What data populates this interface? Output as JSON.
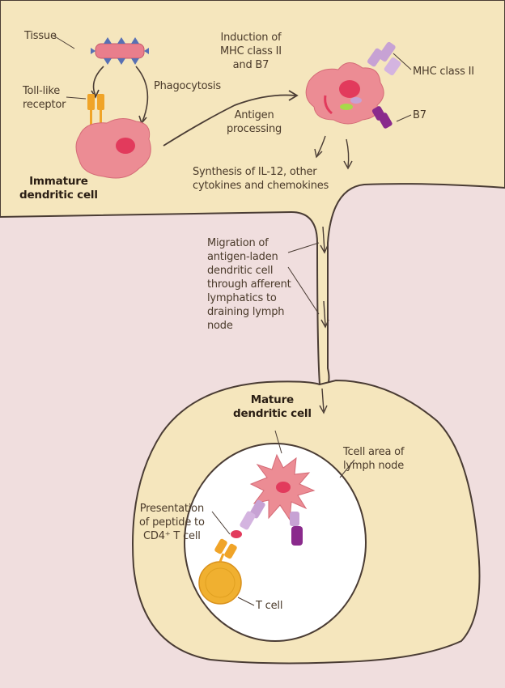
{
  "labels": {
    "tissue": "Tissue",
    "toll_like_receptor": "Toll-like\nreceptor",
    "phagocytosis": "Phagocytosis",
    "immature_dc": "Immature\ndendritic cell",
    "induction": "Induction of\nMHC class II\nand B7",
    "mhc_class_ii": "MHC class II",
    "b7": "B7",
    "antigen_processing": "Antigen\nprocessing",
    "synthesis": "Synthesis of IL-12, other\ncytokines and chemokines",
    "migration": "Migration of\nantigen-laden\ndendritic cell\nthrough afferent\nlymphatics to\ndraining lymph\nnode",
    "mature_dc": "Mature\ndendritic cell",
    "tcell_area": "Tcell area of\nlymph node",
    "presentation": "Presentation\nof peptide to\nCD4⁺ T cell",
    "t_cell": "T cell"
  },
  "colors": {
    "tissue_fill": "#f5e6bd",
    "background_fill": "#f0dede",
    "lymph_node_inner": "#ffffff",
    "outline": "#4a3c34",
    "cell_pink": "#ec8c94",
    "nucleus_red": "#e23a5c",
    "tlr_orange": "#f0a428",
    "mhc_lavender": "#c7a2d4",
    "b7_purple": "#8a2a8c",
    "antigen_blue": "#5870b4",
    "tcell_yellow": "#f0b030"
  }
}
